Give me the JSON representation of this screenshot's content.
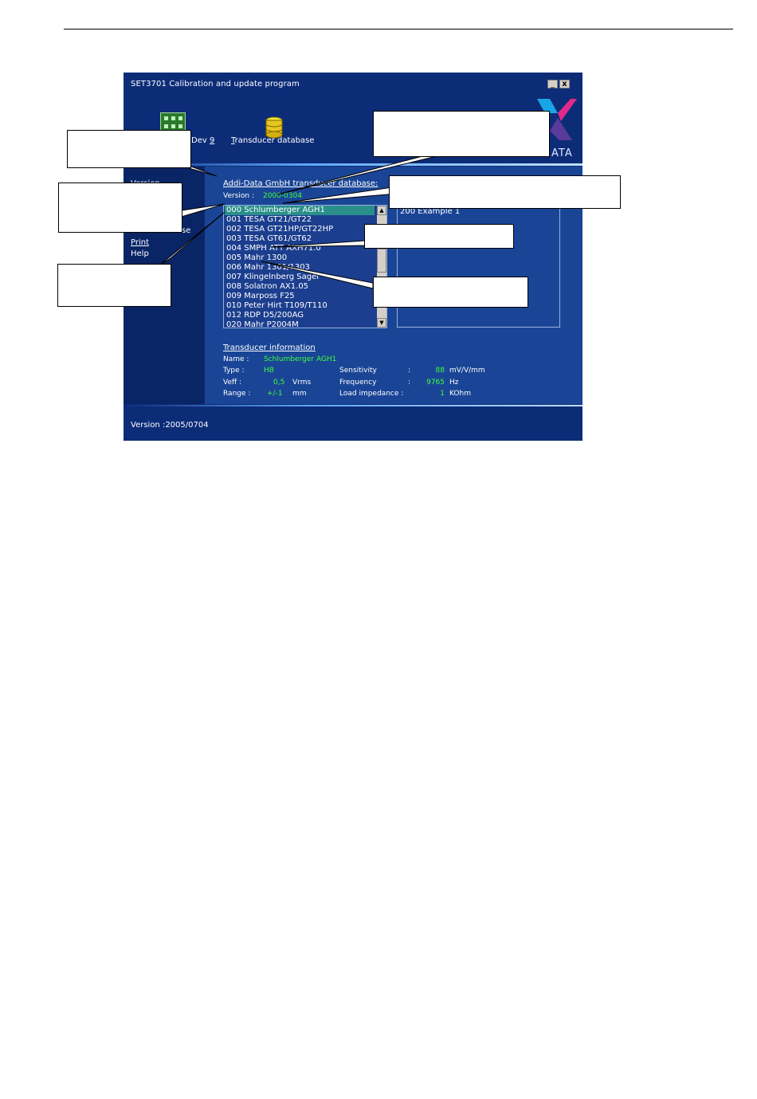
{
  "window": {
    "title": "SET3701 Calibration and update program",
    "minimize_glyph": "_",
    "close_glyph": "x"
  },
  "toolbar": {
    "device_label_prefix": "Dev ",
    "device_label_key": "9",
    "database_label_key": "T",
    "database_label_rest": "ransducer database",
    "board_icon": "circuit-board-icon",
    "database_icon": "database-cylinder-icon"
  },
  "logo": {
    "text": "ATA"
  },
  "sidebar": {
    "items": [
      {
        "label": "Version"
      },
      {
        "label": "database"
      },
      {
        "label": "Print"
      },
      {
        "label": "Help"
      }
    ]
  },
  "database": {
    "title": "Addi-Data GmbH transducer database:",
    "version_label": "Version :",
    "version_value": "2000-0304",
    "items": [
      "000 Schlumberger AGH1",
      "001 TESA GT21/GT22",
      "002 TESA GT21HP/GT22HP",
      "003 TESA GT61/GT62",
      "004 SMPH ATT AXH71.0",
      "005 Mahr 1300",
      "006 Mahr 1301/1303",
      "007 Klingelnberg Sager",
      "008 Solatron AX1.05",
      "009 Marposs F25",
      "010 Peter Hirt T109/T110",
      "012 RDP D5/200AG",
      "020 Mahr P2004M"
    ],
    "selected_index": 0
  },
  "user_list": {
    "items": [
      "200 Example 1"
    ]
  },
  "transducer_info": {
    "title": "Transducer information",
    "name_label": "Name  :",
    "name_value": "Schlumberger AGH1",
    "type_label": "Type   :",
    "type_value": "HB",
    "veff_label": "Veff    :",
    "veff_value": "0,5",
    "veff_unit": "Vrms",
    "range_label": "Range :",
    "range_value": "+/-1",
    "range_unit": "mm",
    "sensitivity_label": "Sensitivity",
    "sensitivity_colon": ":",
    "sensitivity_value": "88",
    "sensitivity_unit": "mV/V/mm",
    "frequency_label": "Frequency",
    "frequency_colon": ":",
    "frequency_value": "9765",
    "frequency_unit": "Hz",
    "load_label": "Load impedance :",
    "load_value": "1",
    "load_unit": "KOhm"
  },
  "footer": {
    "version": "Version :2005/0704"
  },
  "colors": {
    "window_bg": "#0d2c78",
    "panel_bg": "#1a4596",
    "value_green": "#3cff3c",
    "selection": "#2a8f8a"
  }
}
